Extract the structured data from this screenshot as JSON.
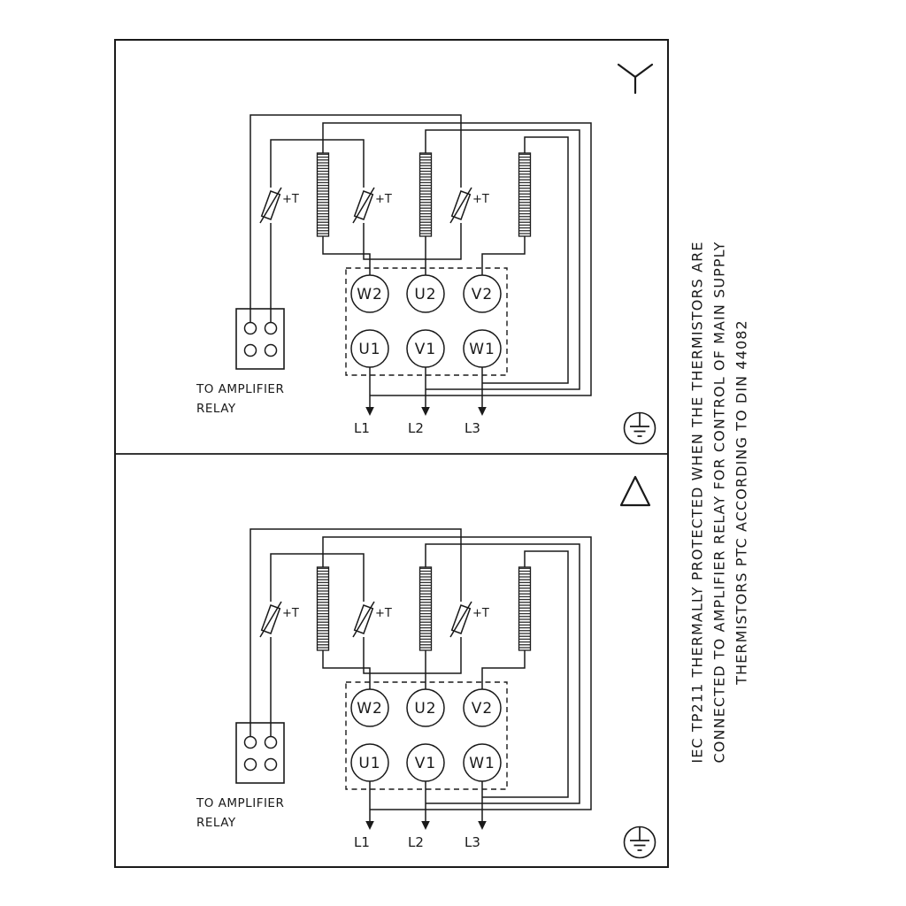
{
  "sidebar": {
    "lines": [
      "IEC TP211 THERMALLY PROTECTED WHEN THE THERMISTORS ARE",
      "CONNECTED TO AMPLIFIER RELAY FOR CONTROL OF MAIN SUPPLY",
      "THERMISTORS PTC ACCORDING TO DIN 44082"
    ]
  },
  "panels": [
    {
      "name": "star",
      "symbol": "wye",
      "thermistor_label": "+T",
      "relay_caption": [
        "TO AMPLIFIER",
        "RELAY"
      ],
      "terminals_top": [
        "W2",
        "U2",
        "V2"
      ],
      "terminals_bottom": [
        "U1",
        "V1",
        "W1"
      ],
      "supply_lines": [
        "L1",
        "L2",
        "L3"
      ]
    },
    {
      "name": "delta",
      "symbol": "delta",
      "thermistor_label": "+T",
      "relay_caption": [
        "TO AMPLIFIER",
        "RELAY"
      ],
      "terminals_top": [
        "W2",
        "U2",
        "V2"
      ],
      "terminals_bottom": [
        "U1",
        "V1",
        "W1"
      ],
      "supply_lines": [
        "L1",
        "L2",
        "L3"
      ]
    }
  ],
  "colors": {
    "line": "#1a1a1a",
    "background": "#ffffff"
  }
}
